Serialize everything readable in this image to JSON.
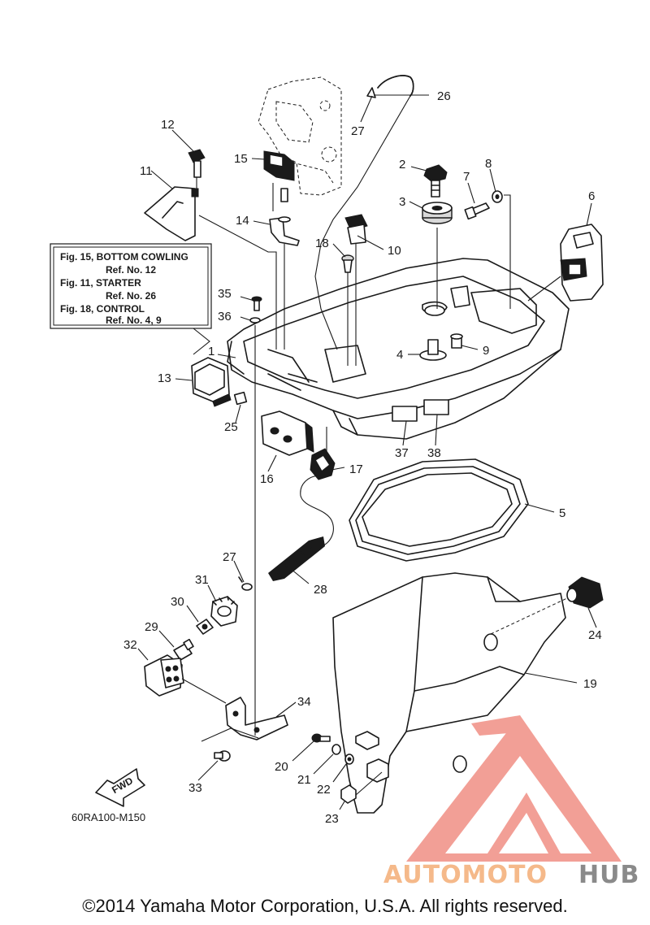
{
  "refbox": {
    "line1": "Fig. 15, BOTTOM COWLING",
    "line2": "Ref. No. 12",
    "line3": "Fig. 11, STARTER",
    "line4": "Ref. No. 26",
    "line5": "Fig. 18, CONTROL",
    "line6": "Ref. No. 4, 9"
  },
  "callouts": {
    "c1": "1",
    "c2": "2",
    "c3": "3",
    "c4": "4",
    "c5": "5",
    "c6": "6",
    "c7": "7",
    "c8": "8",
    "c9": "9",
    "c10": "10",
    "c11": "11",
    "c12": "12",
    "c13": "13",
    "c14": "14",
    "c15": "15",
    "c16": "16",
    "c17": "17",
    "c18": "18",
    "c19": "19",
    "c20": "20",
    "c21": "21",
    "c22": "22",
    "c23": "23",
    "c24": "24",
    "c25": "25",
    "c26": "26",
    "c27a": "27",
    "c27b": "27",
    "c28": "28",
    "c29": "29",
    "c30": "30",
    "c31": "31",
    "c32": "32",
    "c33": "33",
    "c34": "34",
    "c35": "35",
    "c36": "36",
    "c37": "37",
    "c38": "38"
  },
  "fwd_label": "FWD",
  "diagram_code": "60RA100-M150",
  "watermark": {
    "part1": "AUTOMOTO",
    "part2": "HUB",
    "color1": "#f5b98a",
    "color2": "#8a8a8a",
    "logo_color": "#ee8074"
  },
  "copyright": "©2014 Yamaha Motor Corporation, U.S.A. All rights reserved."
}
